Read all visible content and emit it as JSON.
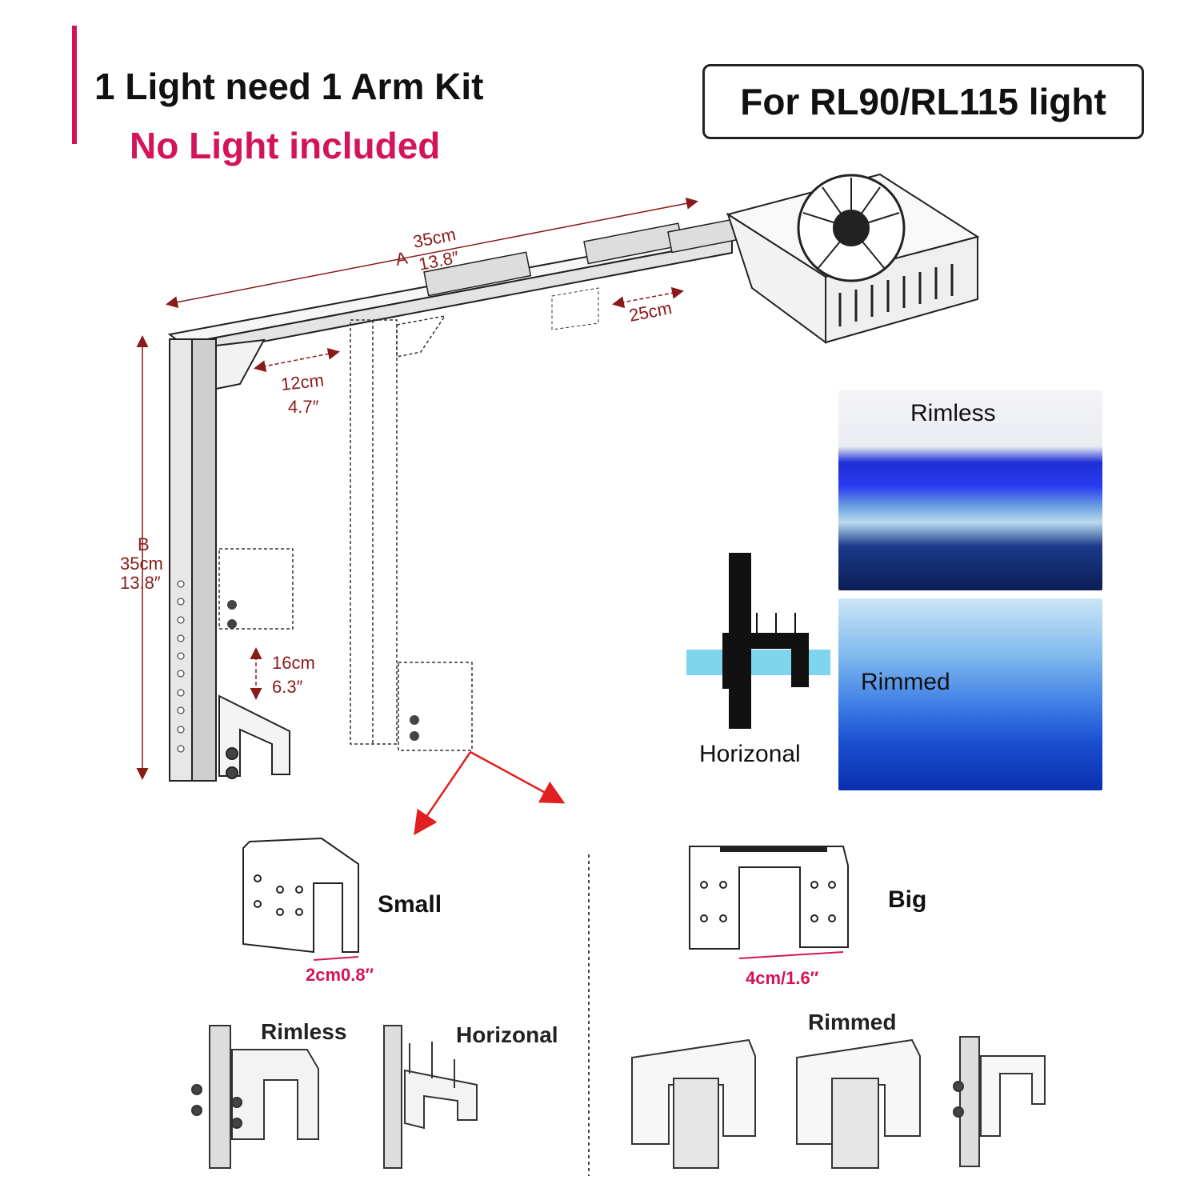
{
  "header": {
    "title": "1 Light need 1 Arm Kit",
    "subtitle": "No Light included",
    "model_badge": "For RL90/RL115 light"
  },
  "dimensions": {
    "a_letter": "A",
    "a_cm": "35cm",
    "a_in": "13.8″",
    "b_letter": "B",
    "b_cm": "35cm",
    "b_in": "13.8″",
    "slide_12_cm": "12cm",
    "slide_12_in": "4.7″",
    "slide_25_cm": "25cm",
    "slide_16_cm": "16cm",
    "slide_16_in": "6.3″"
  },
  "photos": {
    "rimless": "Rimless",
    "rimmed": "Rimmed",
    "horizontal": "Horizonal"
  },
  "brackets": {
    "small_label": "Small",
    "small_dim": "2cm0.8″",
    "big_label": "Big",
    "big_dim": "4cm/1.6″"
  },
  "mounts": {
    "rimless": "Rimless",
    "horizontal": "Horizonal",
    "rimmed": "Rimmed"
  },
  "colors": {
    "accent": "#d4145a",
    "dimension_line": "#8a1a1a",
    "arrow": "#e02020"
  }
}
